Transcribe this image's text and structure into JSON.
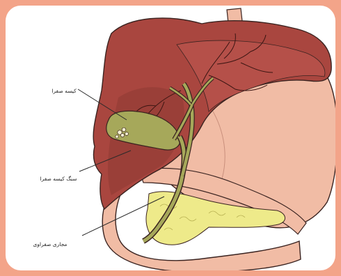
{
  "labels": {
    "gallbladder": "کیسه صفرا",
    "gallstone": "سنگ کیسه صفرا",
    "bile_duct": "مجاری صفراوی"
  },
  "colors": {
    "frame": "#f3a489",
    "liver": "#a9463f",
    "liver_dark": "#8e3a33",
    "stomach": "#f1bca5",
    "gallbladder": "#a6a85a",
    "pancreas": "#eeea8a",
    "outline": "#3a2320"
  }
}
